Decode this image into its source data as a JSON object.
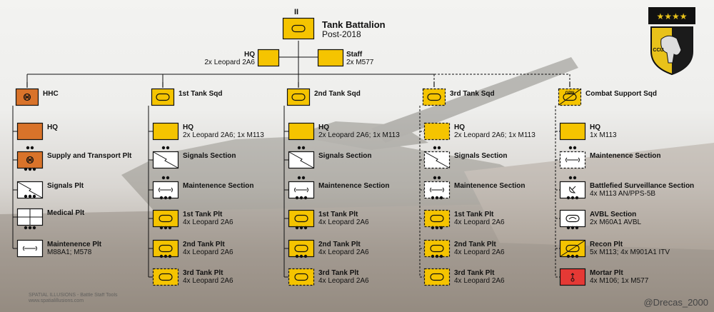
{
  "colors": {
    "yellow": "#f5c400",
    "orange": "#d9732a",
    "white": "#ffffff",
    "red": "#e53935",
    "stroke": "#111111"
  },
  "battalion": {
    "echelon": "II",
    "title": "Tank Battalion",
    "subtitle": "Post-2018"
  },
  "bn_hq": {
    "title": "HQ",
    "detail": "2x Leopard 2A6"
  },
  "bn_staff": {
    "title": "Staff",
    "detail": "2x M577"
  },
  "emblem": {
    "stars": "★★★★",
    "letters": "CCU"
  },
  "columns": [
    {
      "key": "hhc",
      "title": "HHC",
      "sym_label": "",
      "items": [
        {
          "title": "HQ",
          "detail": ""
        },
        {
          "title": "Supply and Transport Plt",
          "detail": ""
        },
        {
          "title": "Signals Plt",
          "detail": ""
        },
        {
          "title": "Medical Plt",
          "detail": ""
        },
        {
          "title": "Maintenence Plt",
          "detail": "M88A1; M578"
        }
      ]
    },
    {
      "key": "sqd1",
      "title": "1st Tank Sqd",
      "sym_label": "",
      "items": [
        {
          "title": "HQ",
          "detail": "2x Leopard 2A6; 1x M113"
        },
        {
          "title": "Signals Section",
          "detail": ""
        },
        {
          "title": "Maintenence Section",
          "detail": ""
        },
        {
          "title": "1st Tank Plt",
          "detail": "4x Leopard 2A6"
        },
        {
          "title": "2nd Tank Plt",
          "detail": "4x Leopard 2A6"
        },
        {
          "title": "3rd Tank Plt",
          "detail": "4x Leopard 2A6"
        }
      ]
    },
    {
      "key": "sqd2",
      "title": "2nd Tank Sqd",
      "sym_label": "",
      "items": [
        {
          "title": "HQ",
          "detail": "2x Leopard 2A6; 1x M113"
        },
        {
          "title": "Signals Section",
          "detail": ""
        },
        {
          "title": "Maintenence Section",
          "detail": ""
        },
        {
          "title": "1st Tank Plt",
          "detail": "4x Leopard 2A6"
        },
        {
          "title": "2nd Tank Plt",
          "detail": "4x Leopard 2A6"
        },
        {
          "title": "3rd Tank Plt",
          "detail": "4x Leopard 2A6"
        }
      ]
    },
    {
      "key": "sqd3",
      "title": "3rd Tank Sqd",
      "sym_label": "",
      "items": [
        {
          "title": "HQ",
          "detail": "2x Leopard 2A6; 1x M113"
        },
        {
          "title": "Signals Section",
          "detail": ""
        },
        {
          "title": "Maintenence Section",
          "detail": ""
        },
        {
          "title": "1st Tank Plt",
          "detail": "4x Leopard 2A6"
        },
        {
          "title": "2nd Tank Plt",
          "detail": "4x Leopard 2A6"
        },
        {
          "title": "3rd Tank Plt",
          "detail": "4x Leopard 2A6"
        }
      ]
    },
    {
      "key": "css",
      "title": "Combat Support Sqd",
      "sym_label": "GPN",
      "items": [
        {
          "title": "HQ",
          "detail": "1x M113"
        },
        {
          "title": "Maintenence Section",
          "detail": ""
        },
        {
          "title": "Battlefied Surveillance Section",
          "detail": "4x M113 AN/PPS-5B"
        },
        {
          "title": "AVBL Section",
          "detail": "2x M60A1 AVBL"
        },
        {
          "title": "Recon Plt",
          "detail": "5x M113; 4x M901A1 ITV"
        },
        {
          "title": "Mortar Plt",
          "detail": "4x M106; 1x M577"
        }
      ]
    }
  ],
  "watermark": {
    "line1": "SPATIAL ILLUSIONS - Battle Staff Tools",
    "line2": "www.spatialillusions.com"
  },
  "credit": "@Drecas_2000"
}
